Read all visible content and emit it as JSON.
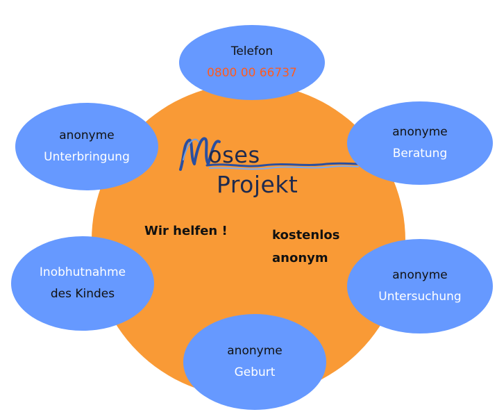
{
  "center": {
    "logo_initial": "M",
    "logo_line1": "oses",
    "logo_line2": "Projekt",
    "slogan": "Wir helfen !",
    "benefit_1": "kostenlos",
    "benefit_2": "anonym"
  },
  "bubbles": {
    "telefon": {
      "title": "Telefon",
      "number": "0800 00 66737"
    },
    "beratung": {
      "line1": "anonyme",
      "line2": "Beratung"
    },
    "untersuchung": {
      "line1": "anonyme",
      "line2": "Untersuchung"
    },
    "geburt": {
      "line1": "anonyme",
      "line2": "Geburt"
    },
    "inobhut": {
      "line1": "Inobhutnahme",
      "line2": "des Kindes"
    },
    "unterbringung": {
      "line1": "anonyme",
      "line2": "Unterbringung"
    }
  },
  "colors": {
    "center_circle": "#f99a36",
    "bubble": "#6699ff",
    "phone_number": "#ff5a1f",
    "logo_blue": "#2a4fa0"
  }
}
